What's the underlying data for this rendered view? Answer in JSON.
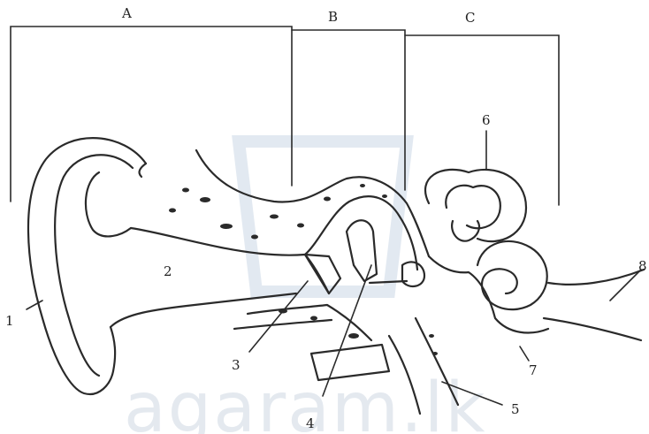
{
  "diagram": {
    "section_labels": [
      "A",
      "B",
      "C"
    ],
    "number_labels": [
      "1",
      "2",
      "3",
      "4",
      "5",
      "6",
      "7",
      "8"
    ]
  },
  "watermark": {
    "text": "agaram.lk"
  },
  "colors": {
    "ink": "#2a2a2a",
    "watermark": "#cfd8e3"
  }
}
